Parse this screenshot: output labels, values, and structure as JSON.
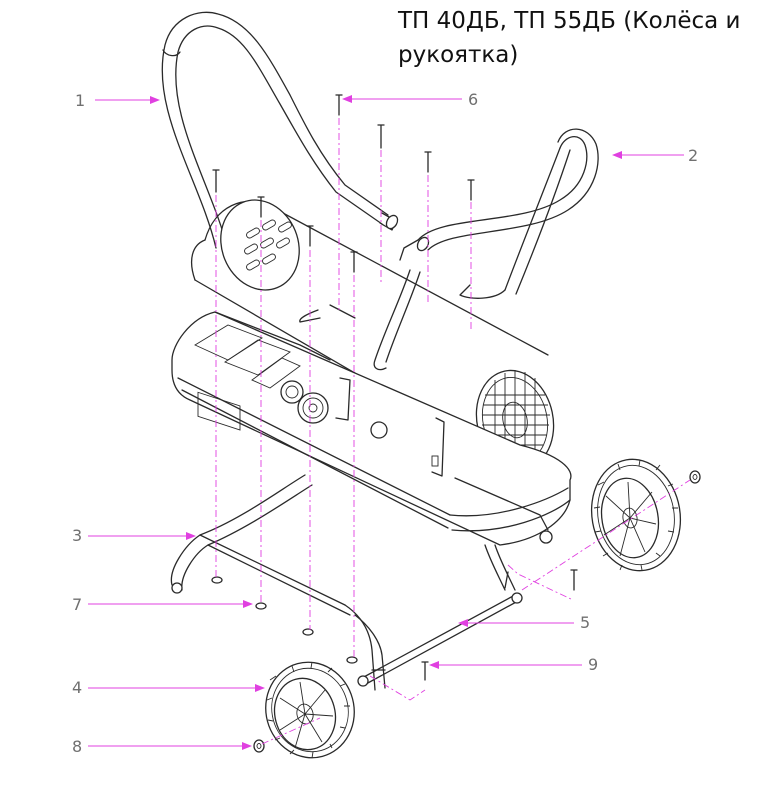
{
  "title": {
    "line1": "ТП 40ДБ, ТП 55ДБ (Колёса и",
    "line2": "рукоятка)"
  },
  "callouts": [
    {
      "id": "1",
      "label": "1"
    },
    {
      "id": "2",
      "label": "2"
    },
    {
      "id": "3",
      "label": "3"
    },
    {
      "id": "4",
      "label": "4"
    },
    {
      "id": "5",
      "label": "5"
    },
    {
      "id": "6",
      "label": "6"
    },
    {
      "id": "7",
      "label": "7"
    },
    {
      "id": "8",
      "label": "8"
    },
    {
      "id": "9",
      "label": "9"
    }
  ],
  "colors": {
    "leader": "#e040e0",
    "linework": "#2a2a2a",
    "callout_text": "#707070"
  }
}
